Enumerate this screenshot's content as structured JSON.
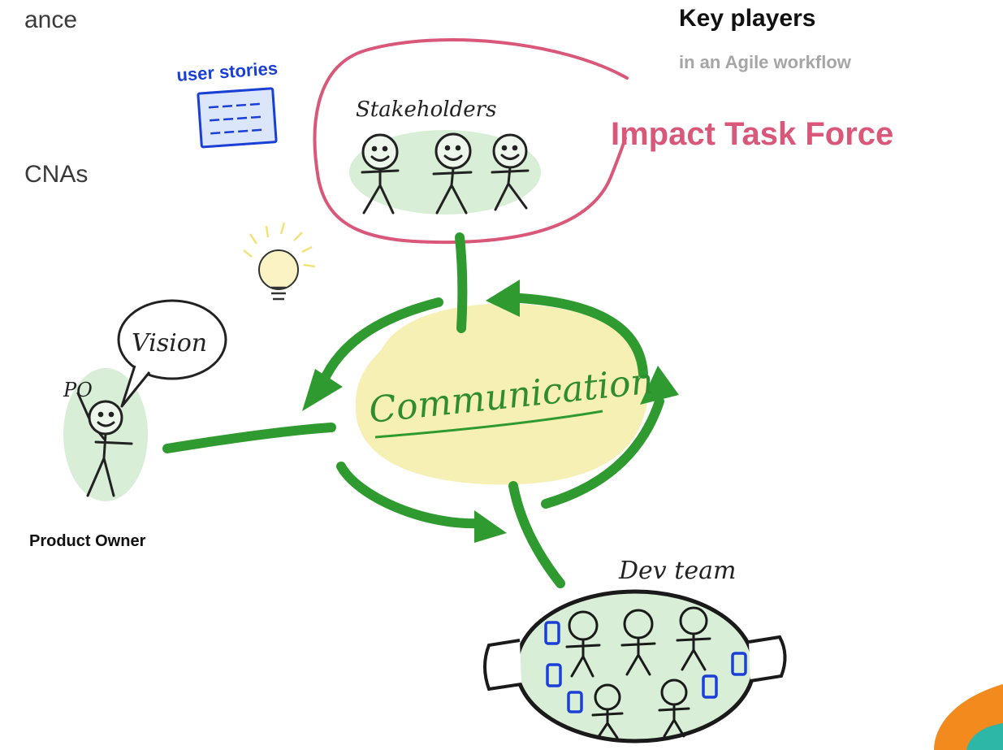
{
  "slide": {
    "partial_text_1": "ance",
    "partial_text_2": "CNAs",
    "title": "Key players",
    "subtitle": "in an Agile workflow",
    "highlight": "Impact Task Force"
  },
  "diagram": {
    "user_stories": "user stories",
    "stakeholders": "Stakeholders",
    "vision": "Vision",
    "po": "PO",
    "product_owner": "Product Owner",
    "communication": "Communication",
    "dev_team": "Dev team"
  },
  "colors": {
    "arrow_green": "#2f9a2f",
    "blob_green": "#d8eed6",
    "blob_yellow": "#f6f0b4",
    "highlight_pink": "#d9587a",
    "story_blue": "#1a3fd6"
  }
}
